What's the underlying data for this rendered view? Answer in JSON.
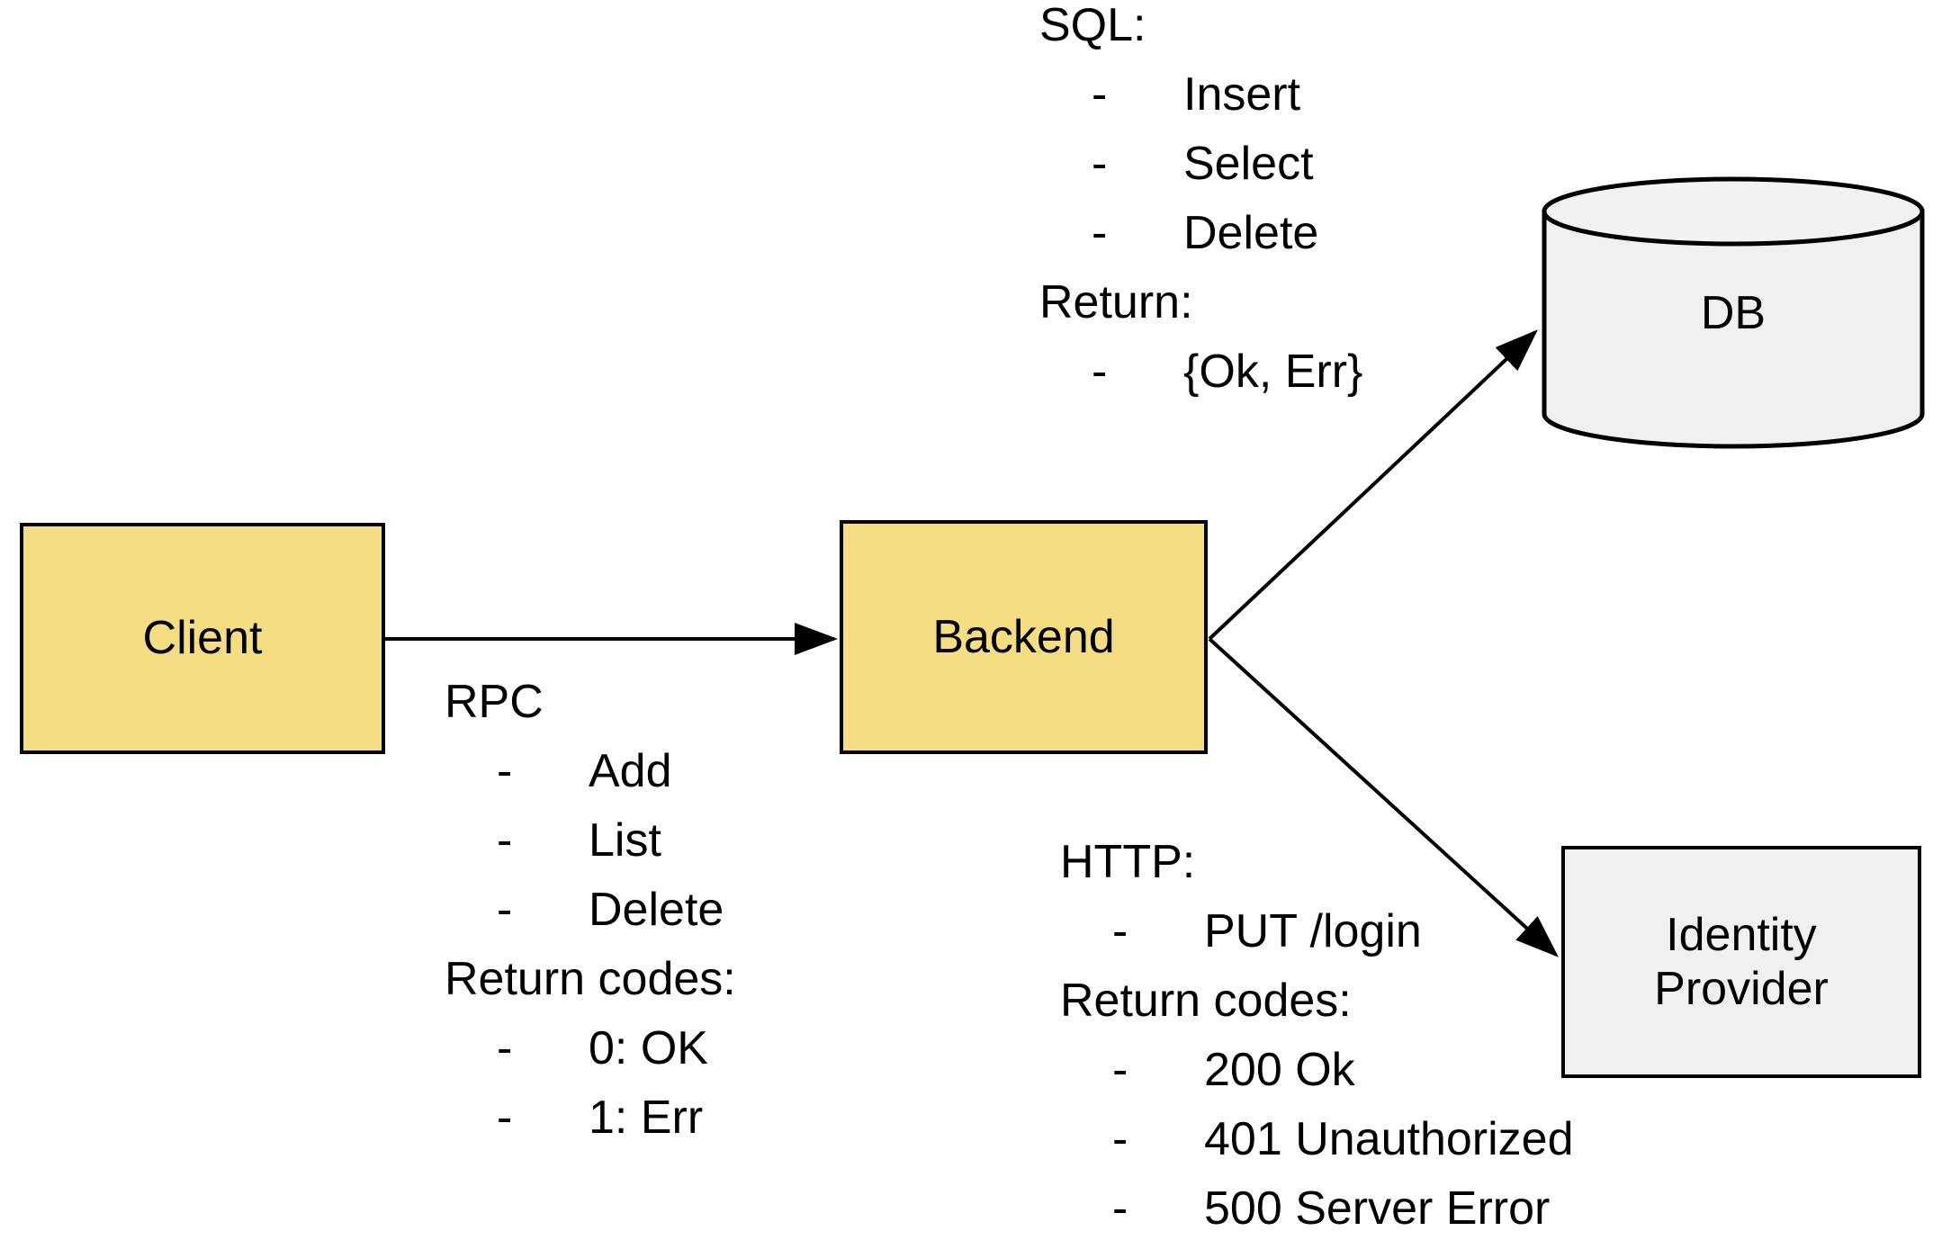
{
  "diagram": {
    "title": "Client / Backend / DB / Identity Provider architecture",
    "colors": {
      "node_fill_primary": "#F5DD82",
      "node_fill_secondary": "#F0F0F0",
      "stroke": "#000000",
      "background": "#FFFFFF"
    },
    "nodes": [
      {
        "id": "client",
        "label": "Client",
        "shape": "rectangle",
        "fill": "#F5DD82"
      },
      {
        "id": "backend",
        "label": "Backend",
        "shape": "rectangle",
        "fill": "#F5DD82"
      },
      {
        "id": "db",
        "label": "DB",
        "shape": "cylinder",
        "fill": "#F0F0F0"
      },
      {
        "id": "idp",
        "label": "Identity\nProvider",
        "shape": "rectangle",
        "fill": "#F0F0F0"
      }
    ],
    "edges": [
      {
        "id": "client-to-backend",
        "from": "client",
        "to": "backend",
        "arrow": "single",
        "annotation": "rpc"
      },
      {
        "id": "backend-to-db",
        "from": "backend",
        "to": "db",
        "arrow": "single",
        "annotation": "sql"
      },
      {
        "id": "backend-to-idp",
        "from": "backend",
        "to": "idp",
        "arrow": "single",
        "annotation": "http"
      }
    ],
    "annotations": {
      "sql": {
        "heading": "SQL:",
        "items": [
          "Insert",
          "Select",
          "Delete"
        ],
        "sub_heading": "Return:",
        "sub_items": [
          "{Ok, Err}"
        ],
        "bullet": "-"
      },
      "rpc": {
        "heading": "RPC",
        "items": [
          "Add",
          "List",
          "Delete"
        ],
        "sub_heading": "Return codes:",
        "sub_items": [
          "0: OK",
          "1: Err"
        ],
        "bullet": "-"
      },
      "http": {
        "heading": "HTTP:",
        "items": [
          "PUT /login"
        ],
        "sub_heading": "Return codes:",
        "sub_items": [
          "200 Ok",
          "401 Unauthorized",
          "500 Server Error"
        ],
        "bullet": "-"
      }
    }
  }
}
